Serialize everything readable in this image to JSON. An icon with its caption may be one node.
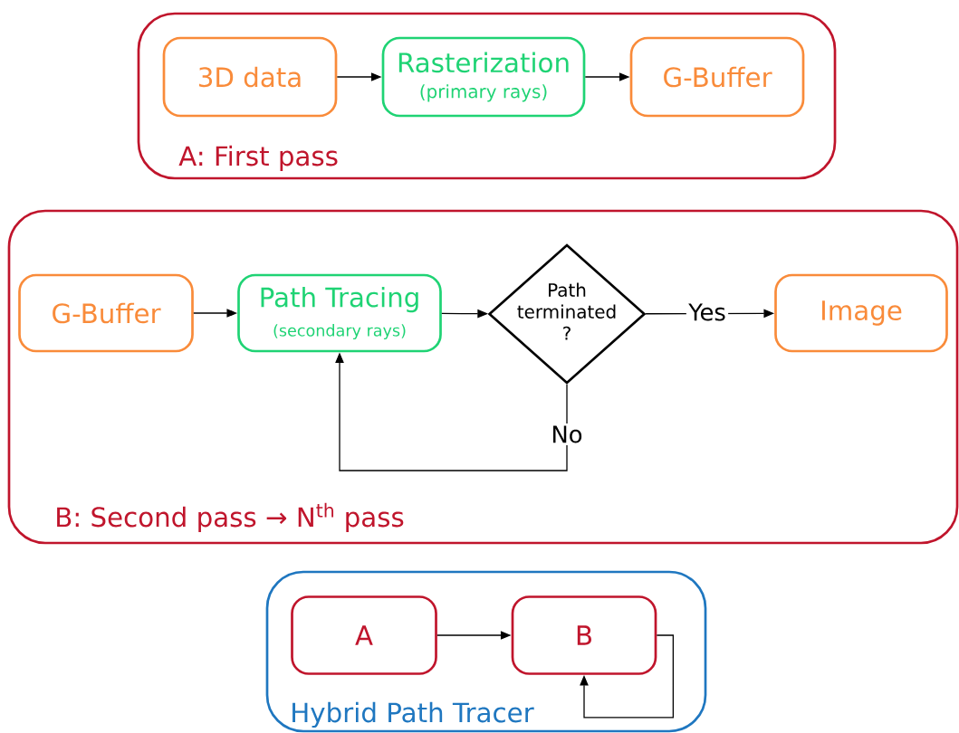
{
  "diagram": {
    "nodes": [
      {
        "text": [
          "A: First pass"
        ]
      },
      {
        "text": [
          "3D data"
        ],
        "in": 0
      },
      {
        "text": [
          "Rasterization",
          "(primary rays)"
        ],
        "in": 0
      },
      {
        "text": [
          "G-Buffer"
        ],
        "in": 0
      },
      {
        "text": [
          "B: Second pass → N$^{th}$ pass"
        ]
      },
      {
        "text": [
          "G-Buffer"
        ],
        "in": 4
      },
      {
        "text": [
          "Path Tracing",
          "(secondary rays)"
        ],
        "in": 4
      },
      {
        "text": [
          "Path terminated ?"
        ],
        "in": 4
      },
      {
        "text": [
          "Image"
        ],
        "in": 4
      },
      {
        "text": [
          "Hybrid Path Tracer"
        ]
      },
      {
        "text": [
          "A"
        ],
        "in": 9
      },
      {
        "text": [
          "B"
        ],
        "in": 9
      }
    ],
    "edges": [
      {
        "from": 1,
        "to": 2,
        "arrow": "to"
      },
      {
        "from": 2,
        "to": 3,
        "arrow": "to"
      },
      {
        "from": 5,
        "to": 6,
        "arrow": "to"
      },
      {
        "from": 6,
        "to": 7,
        "arrow": "to"
      },
      {
        "from": 7,
        "to": 8,
        "arrow": "to",
        "label": "Yes"
      },
      {
        "from": 7,
        "to": 6,
        "arrow": "to",
        "label": "No"
      },
      {
        "from": 10,
        "to": 11,
        "arrow": "to"
      },
      {
        "from": 11,
        "to": 11,
        "arrow": "to"
      }
    ]
  }
}
